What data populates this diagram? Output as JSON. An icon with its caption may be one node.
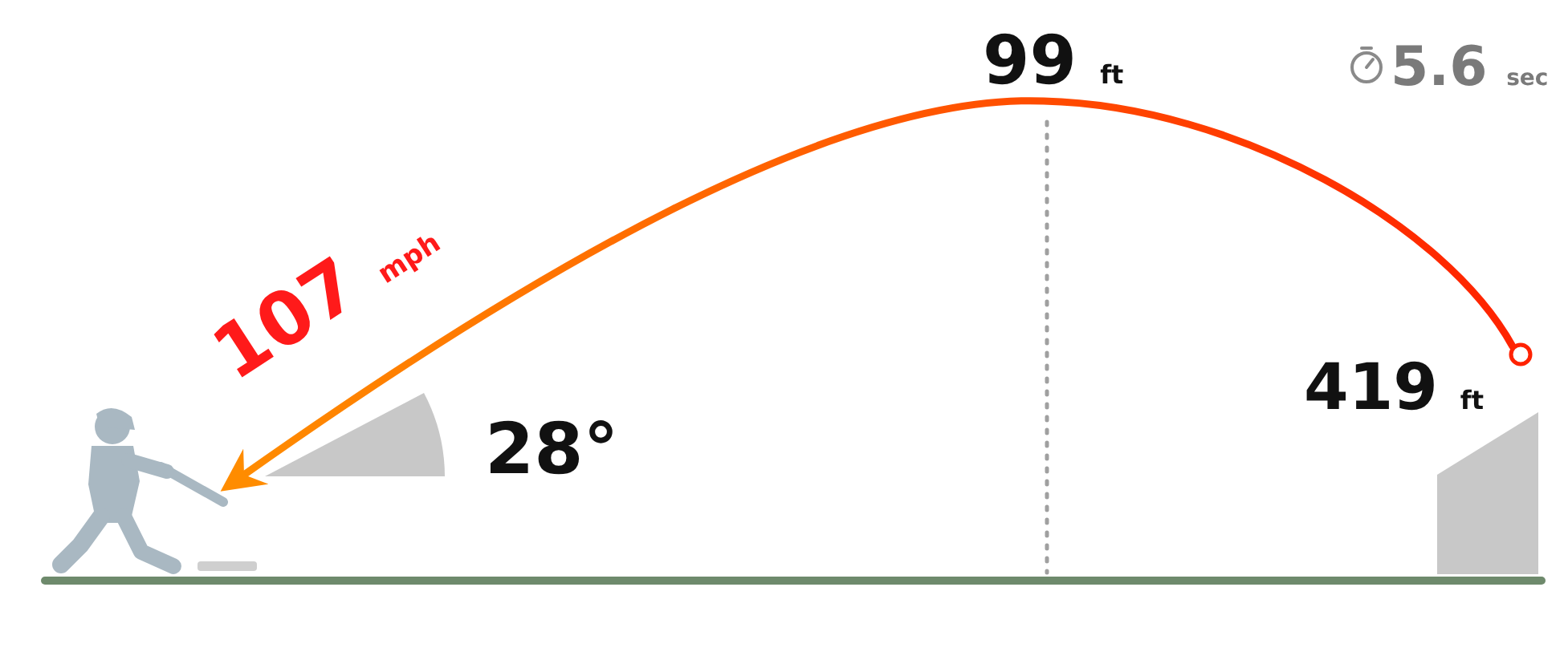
{
  "diagram": {
    "nodes": [
      {
        "text": [],
        "shape": "wedge",
        "beside": [
          "28°"
        ]
      },
      {
        "text": [],
        "shape": "polygon"
      }
    ],
    "labels": [
      "99 ft",
      "5.6 sec",
      "107 mph",
      "419 ft"
    ]
  }
}
